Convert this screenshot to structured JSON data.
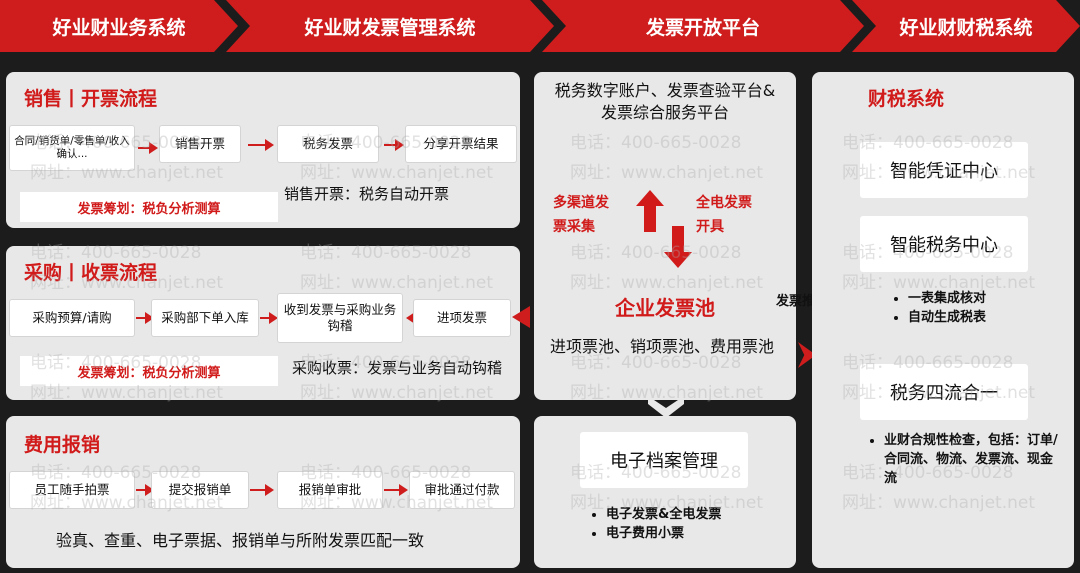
{
  "header": [
    "好业财业务系统",
    "好业财发票管理系统",
    "发票开放平台",
    "好业财财税系统"
  ],
  "sales": {
    "title": "销售丨开票流程",
    "boxes": [
      "合同/销货单/零售单/收入确认...",
      "销售开票",
      "税务发票",
      "分享开票结果"
    ],
    "plan": "发票筹划：税负分析测算",
    "note": "销售开票：税务自动开票"
  },
  "purchase": {
    "title": "采购丨收票流程",
    "boxes": [
      "采购预算/请购",
      "采购部下单入库",
      "收到发票与采购业务钩稽",
      "进项发票"
    ],
    "plan": "发票筹划：税负分析测算",
    "note": "采购收票：发票与业务自动钩稽"
  },
  "expense": {
    "title": "费用报销",
    "boxes": [
      "员工随手拍票",
      "提交报销单",
      "报销单审批",
      "审批通过付款"
    ],
    "note": "验真、查重、电子票据、报销单与所附发票匹配一致"
  },
  "platform": {
    "top": "税务数字账户、发票查验平台&发票综合服务平台",
    "left_label": "多渠道发票采集",
    "right_label": "全电发票开具",
    "pool_title": "企业发票池",
    "pool_desc": "进项票池、销项票池、费用票池",
    "archive": "电子档案管理",
    "archive_items": [
      "电子发票&全电发票",
      "电子费用小票"
    ]
  },
  "tax": {
    "title": "财税系统",
    "connector": "发票推税表",
    "box1": "智能凭证中心",
    "box2": "智能税务中心",
    "box2_items": [
      "一表集成核对",
      "自动生成税表"
    ],
    "box3": "税务四流合一",
    "box3_items": [
      "业财合规性检查，包括：订单/合同流、物流、发票流、现金流"
    ]
  },
  "watermark": {
    "phone": "电话：400-665-0028",
    "site": "网址：www.chanjet.net"
  },
  "colors": {
    "accent": "#cf1d1d",
    "panel": "#e8e8e8",
    "background": "#1c1c1c"
  }
}
